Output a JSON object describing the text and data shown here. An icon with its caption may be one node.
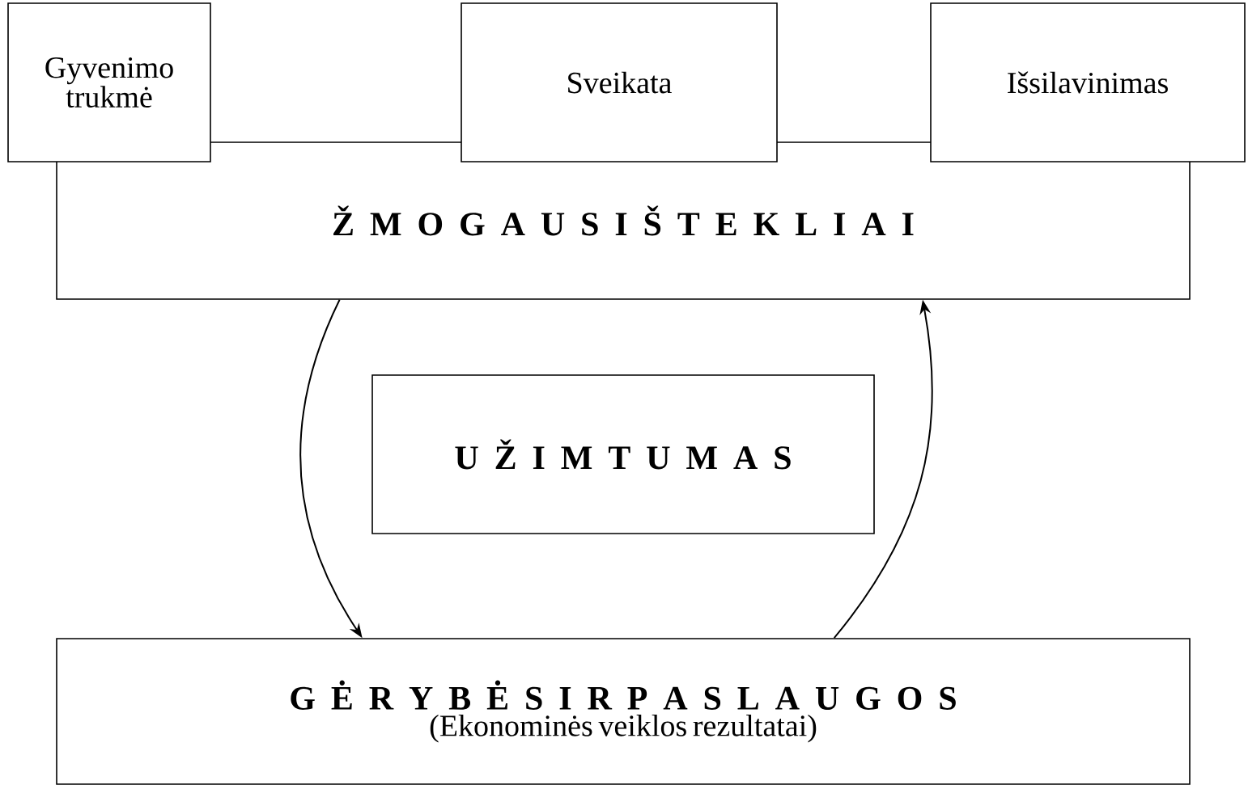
{
  "diagram": {
    "nodes": [
      {
        "text": [
          "Gyvenimo trukmė"
        ]
      },
      {
        "text": [
          "Sveikata"
        ]
      },
      {
        "text": [
          "Išsilavinimas"
        ]
      },
      {
        "text": [
          "Ž M O G A U S I Š T E K L I A I"
        ]
      },
      {
        "text": [
          "U Ž I M T U M A S"
        ]
      },
      {
        "text": [
          "G Ė R Y B Ė S I R P A S L A U G O S",
          "(Ekonominės veiklos rezultatai)"
        ]
      }
    ],
    "edges": [
      {
        "from": 3,
        "to": 5,
        "arrow": "to"
      },
      {
        "from": 5,
        "to": 3,
        "arrow": "to"
      }
    ]
  }
}
